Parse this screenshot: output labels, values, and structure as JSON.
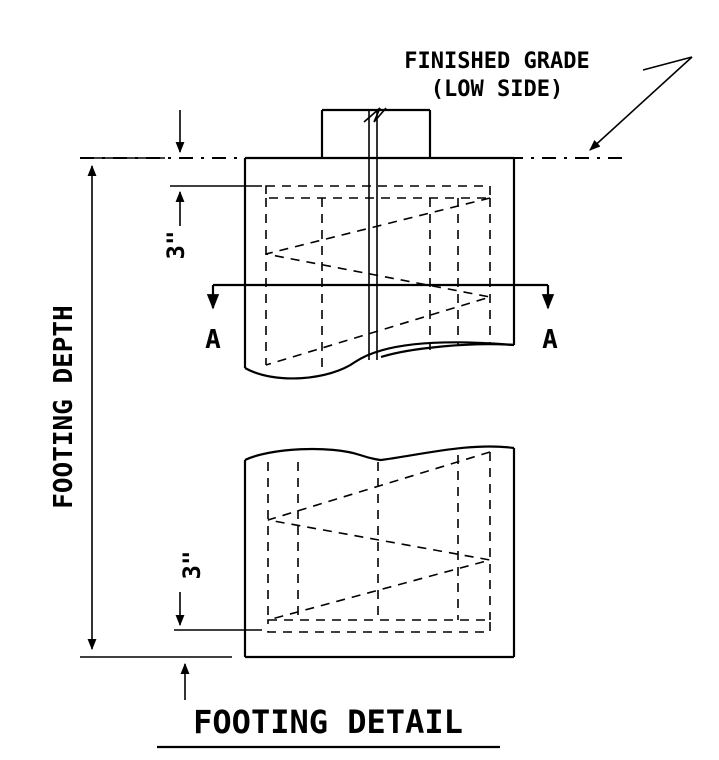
{
  "labels": {
    "finished_grade_line1": "FINISHED GRADE",
    "finished_grade_line2": "(LOW SIDE)",
    "footing_depth": "FOOTING DEPTH",
    "top_cover": "3\"",
    "bottom_cover": "3\"",
    "section_left": "A",
    "section_right": "A",
    "title": "FOOTING DETAIL"
  }
}
